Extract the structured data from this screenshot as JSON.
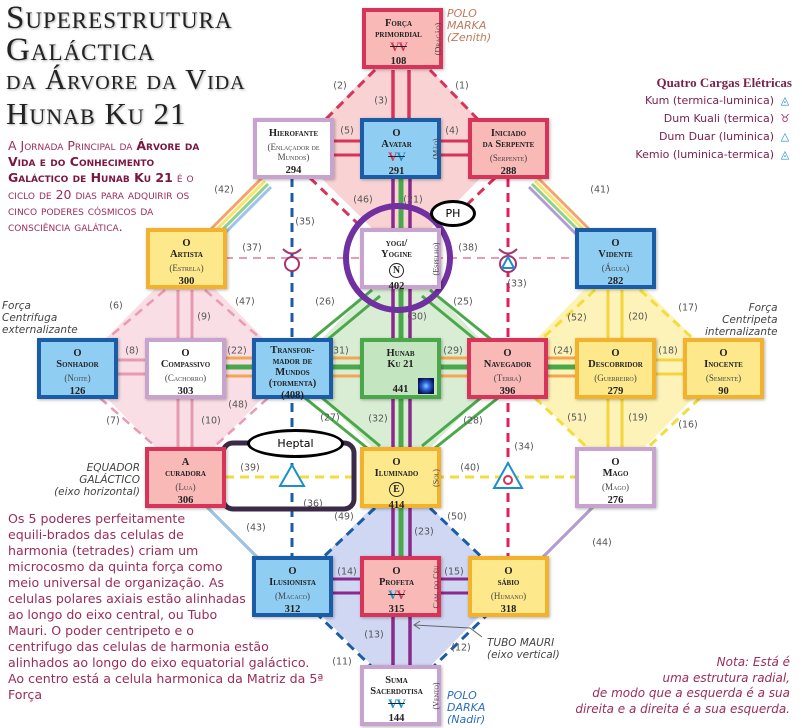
{
  "header": {
    "line1": "Superestrutura",
    "line2": "Galáctica",
    "line3": "da Árvore da Vida",
    "line4": "Hunab Ku 21"
  },
  "intro": {
    "part1": "A Jornada Principal da",
    "bold": "Árvore da Vida e do Conhecimento Galáctico de Hunab Ku 21",
    "part2": "é o ciclo de 20 dias para adquirir os cinco poderes cósmicos da consciência galática."
  },
  "body_text": "Os 5 poderes perfeitamente equili-brados das celulas de harmonia (tetrades) criam um microcosmo da quinta força como meio universal de organização. As celulas polares axiais estão alinhadas ao longo do eixo central, ou Tubo Mauri. O poder centripeto e o centrifugo das celulas de harmonia estão alinhados ao longo do eixo equatorial galáctico. Ao centro está a celula harmonica da Matriz da 5ª Força",
  "note": [
    "Nota: Está é",
    "uma estrutura radial,",
    "de modo que a esquerda é a sua",
    "direita e a direita é a sua esquerda."
  ],
  "annotations": {
    "polo_marka": [
      "POLO",
      "MARKA",
      "(Zenith)"
    ],
    "polo_darka": [
      "POLO",
      "DARKA",
      "(Nadir)"
    ],
    "forca_centrifuga": [
      "Força",
      "Centrifuga",
      "externalizante"
    ],
    "forca_centripeta": [
      "Força",
      "Centripeta",
      "internalizante"
    ],
    "equador": [
      "EQUADOR",
      "GALÁCTICO",
      "(eixo horizontal)"
    ],
    "tubo_mauri": [
      "TUBO MAURI",
      "(eixo vertical)"
    ]
  },
  "legend": {
    "title": "Quatro Cargas Elétricas",
    "items": [
      {
        "label": "Kum (termica-luminica)",
        "icon": "kum-icon"
      },
      {
        "label": "Dum Kuali (termica)",
        "icon": "dum-kuali-icon"
      },
      {
        "label": "Dum Duar (luminica)",
        "icon": "dum-duar-icon"
      },
      {
        "label": "Kemio (luminica-termica)",
        "icon": "kemio-icon"
      }
    ]
  },
  "colors": {
    "pink_fill": "#f8b9b7",
    "pink_border": "#d8345a",
    "blue_fill": "#8fcdf2",
    "blue_border": "#1b5ca6",
    "yellow_fill": "#fde98c",
    "yellow_border": "#f2b22e",
    "green_fill": "#c3e5bf",
    "green_border": "#4aa84b",
    "white_fill": "#ffffff",
    "lilac_border": "#c8a3cf",
    "overlay_purple": "#7030a0",
    "overlay_heptal": "#3a2a48"
  },
  "boxes": [
    {
      "id": "forca",
      "lines": [
        "Força",
        "primordial"
      ],
      "glyph": [
        [
          "V",
          "#d8345a"
        ],
        [
          "V",
          "#d8345a"
        ]
      ],
      "number": "108",
      "side": "(Dragão)",
      "style": "pink"
    },
    {
      "id": "hierofante",
      "lines": [
        "Hierofante"
      ],
      "subtitle": "(Enlaçador de Mundos)",
      "number": "294",
      "style": "white"
    },
    {
      "id": "avatar",
      "lines": [
        "O",
        "Avatar"
      ],
      "glyph": [
        [
          "V",
          "#d8345a"
        ],
        [
          "V",
          "#1a8fd0"
        ]
      ],
      "number": "291",
      "side": "(Mão)",
      "style": "blue"
    },
    {
      "id": "iniciado",
      "lines": [
        "Iniciado",
        "da Serpente"
      ],
      "subtitle": "(Serpente)",
      "number": "288",
      "style": "pink"
    },
    {
      "id": "artista",
      "lines": [
        "O",
        "Artista"
      ],
      "subtitle": "(Estrela)",
      "number": "300",
      "style": "yellow"
    },
    {
      "id": "yogi",
      "lines": [
        "yogi/",
        "Yogine"
      ],
      "circle": "N",
      "number": "402",
      "side": "(Espelho)",
      "style": "white"
    },
    {
      "id": "vidente",
      "lines": [
        "O",
        "Vidente"
      ],
      "subtitle": "(Águia)",
      "number": "282",
      "style": "blue"
    },
    {
      "id": "sonhador",
      "lines": [
        "O",
        "Sonhador"
      ],
      "subtitle": "(Noite)",
      "number": "126",
      "style": "blue"
    },
    {
      "id": "compassivo",
      "lines": [
        "O",
        "Compassivo"
      ],
      "subtitle": "(Cachorro)",
      "number": "303",
      "style": "white"
    },
    {
      "id": "transformador",
      "lines": [
        "Transfor-",
        "mador de",
        "Mundos",
        "(tormenta)"
      ],
      "number": "(408)",
      "style": "blue"
    },
    {
      "id": "hunab",
      "lines": [
        "Hunab",
        "Ku 21"
      ],
      "number": "441",
      "style": "green"
    },
    {
      "id": "navegador",
      "lines": [
        "O",
        "Navegador"
      ],
      "subtitle": "(Terra)",
      "number": "396",
      "style": "pink"
    },
    {
      "id": "descobridor",
      "lines": [
        "O",
        "Descobridor"
      ],
      "subtitle": "(Guerreiro)",
      "number": "279",
      "style": "yellow"
    },
    {
      "id": "inocente",
      "lines": [
        "O",
        "Inocente"
      ],
      "subtitle": "(Semente)",
      "number": "90",
      "style": "yellow"
    },
    {
      "id": "curadora",
      "lines": [
        "A",
        "curadora"
      ],
      "subtitle": "(Lua)",
      "number": "306",
      "style": "pink"
    },
    {
      "id": "iluminado",
      "lines": [
        "O",
        "Iluminado"
      ],
      "circle": "E",
      "number": "414",
      "side": "(Sol)",
      "style": "yellow"
    },
    {
      "id": "mago",
      "lines": [
        "O",
        "Mago"
      ],
      "subtitle": "(Mago)",
      "number": "276",
      "style": "white"
    },
    {
      "id": "ilusionista",
      "lines": [
        "O",
        "Ilusionista"
      ],
      "subtitle": "(Macaco)",
      "number": "312",
      "style": "blue"
    },
    {
      "id": "profeta",
      "lines": [
        "O",
        "Profeta"
      ],
      "glyph": [
        [
          "V",
          "#1a8fd0"
        ],
        [
          "V",
          "#d8345a"
        ]
      ],
      "number": "315",
      "side": "Cam. do Céu",
      "style": "pink"
    },
    {
      "id": "sabio",
      "lines": [
        "O",
        "sábio"
      ],
      "subtitle": "(Humano)",
      "number": "318",
      "style": "yellow"
    },
    {
      "id": "suma",
      "lines": [
        "Suma",
        "Sacerdotisa"
      ],
      "glyph": [
        [
          "V",
          "#1a8fd0"
        ],
        [
          "V",
          "#1a8fd0"
        ]
      ],
      "number": "144",
      "side": "(Vento)",
      "style": "white"
    }
  ],
  "edge_labels": [
    "(1)",
    "(2)",
    "(3)",
    "(4)",
    "(5)",
    "(6)",
    "(7)",
    "(8)",
    "(9)",
    "(10)",
    "(11)",
    "(12)",
    "(13)",
    "(14)",
    "(15)",
    "(16)",
    "(17)",
    "(18)",
    "(19)",
    "(20)",
    "(21)",
    "(22)",
    "(23)",
    "(24)",
    "(25)",
    "(26)",
    "(27)",
    "(28)",
    "(29)",
    "(30)",
    "(31)",
    "(32)",
    "(33)",
    "(34)",
    "(35)",
    "(36)",
    "(37)",
    "(38)",
    "(39)",
    "(40)",
    "(41)",
    "(42)",
    "(43)",
    "(44)",
    "(46)",
    "(47)",
    "(48)",
    "(49)",
    "(50)",
    "(51)",
    "(52)"
  ],
  "overlays": {
    "ph_label": "PH",
    "heptal_label": "Heptal"
  }
}
